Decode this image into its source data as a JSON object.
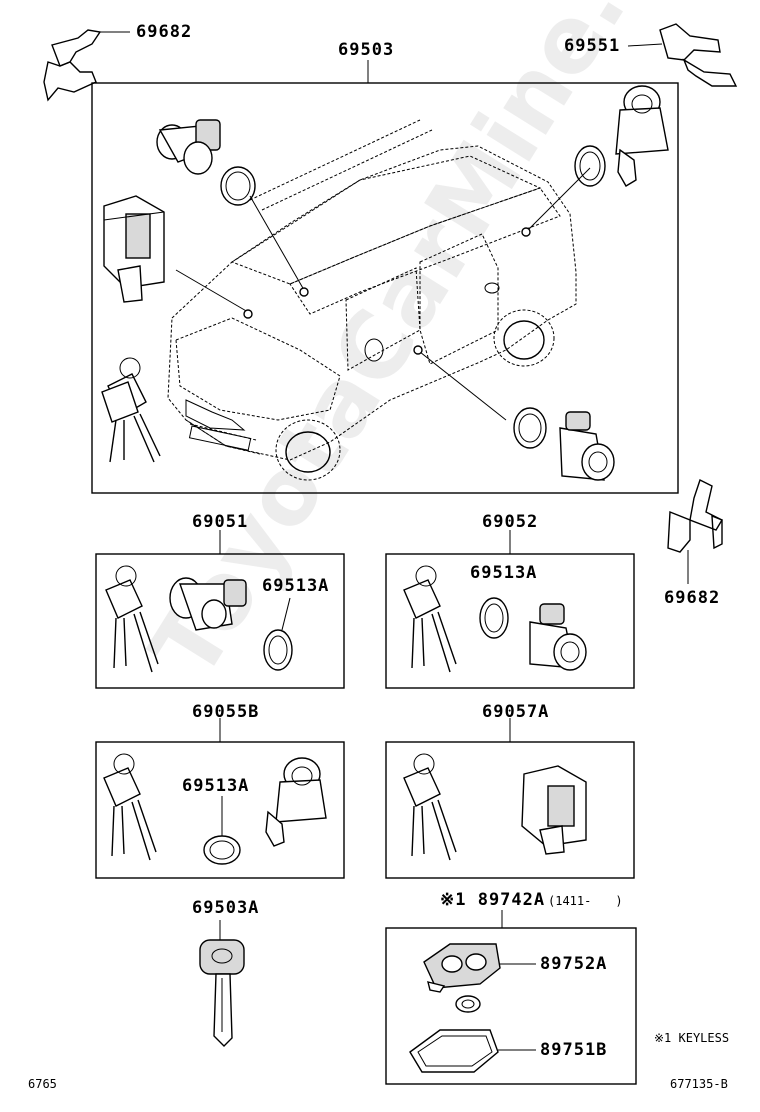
{
  "labels": {
    "p69682_top": "69682",
    "p69503": "69503",
    "p69551": "69551",
    "p69682_right": "69682",
    "p69051": "69051",
    "p69052": "69052",
    "p69513a_1": "69513A",
    "p69513a_2": "69513A",
    "p69055b": "69055B",
    "p69057a": "69057A",
    "p69513a_3": "69513A",
    "p69503a": "69503A",
    "p89742a": "※1 89742A",
    "p89742a_range": "(1411-　　)",
    "p89752a": "89752A",
    "p89751b": "89751B",
    "note_keyless": "※1 KEYLESS",
    "page_code": "6765",
    "drawing_no": "677135-B"
  },
  "watermark": "ToyotaCarMine.ru"
}
